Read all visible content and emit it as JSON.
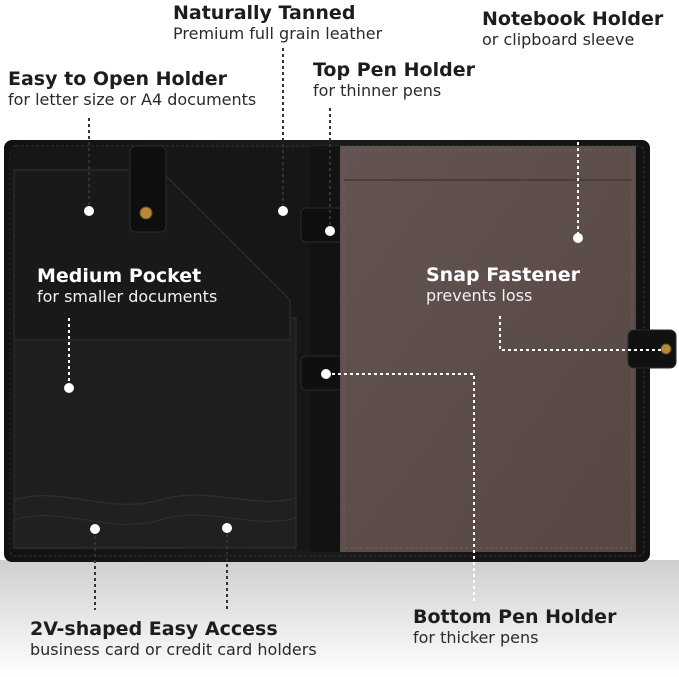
{
  "callouts": {
    "naturally_tanned": {
      "title": "Naturally Tanned",
      "subtitle": "Premium full grain leather"
    },
    "notebook_holder": {
      "title": "Notebook Holder",
      "subtitle": "or clipboard sleeve"
    },
    "easy_open": {
      "title": "Easy to Open Holder",
      "subtitle": "for letter size or A4 documents"
    },
    "top_pen": {
      "title": "Top Pen Holder",
      "subtitle": "for thinner pens"
    },
    "medium_pocket": {
      "title": "Medium Pocket",
      "subtitle": "for smaller documents"
    },
    "snap_fastener": {
      "title": "Snap Fastener",
      "subtitle": "prevents loss"
    },
    "bottom_pen": {
      "title": "Bottom Pen Holder",
      "subtitle": "for thicker pens"
    },
    "card_holders": {
      "title": "2V-shaped Easy Access",
      "subtitle": "business card or credit card holders"
    }
  },
  "colors": {
    "leather": "#141414",
    "leather_edge": "#2a2a2a",
    "lining": "#5b4b49",
    "label_dark": "#1d1d1d",
    "label_light": "#ffffff"
  }
}
